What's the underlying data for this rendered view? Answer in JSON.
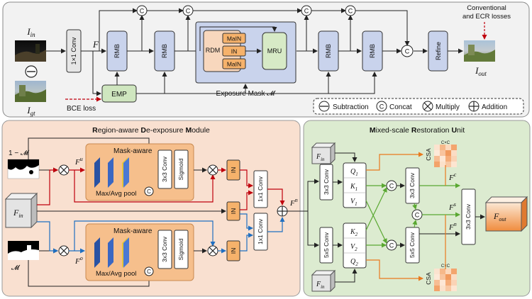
{
  "top": {
    "i_in": "I",
    "i_in_sub": "in",
    "i_gt": "I",
    "i_gt_sub": "gt",
    "i_out": "I",
    "i_out_sub": "out",
    "conv1x1": "1×1 Conv",
    "f": "F",
    "rmb": "RMB",
    "emp": "EMP",
    "bce": "BCE loss",
    "rdm": "RDM",
    "main": "MaIN",
    "in": "IN",
    "mru": "MRU",
    "refine": "Refine",
    "c": "C",
    "losses_line1": "Conventional",
    "losses_line2": "and ECR losses",
    "exposure_mask": "Exposure Mask 𝓜",
    "legend": {
      "subtraction": "Subtraction",
      "concat": "Concat",
      "multiply": "Multiply",
      "addition": "Addition"
    }
  },
  "rdm": {
    "title_parts": [
      {
        "text": "R",
        "bold": true
      },
      {
        "text": "egion-aware ",
        "bold": false
      },
      {
        "text": "D",
        "bold": true
      },
      {
        "text": "e-exposure ",
        "bold": false
      },
      {
        "text": "M",
        "bold": true
      },
      {
        "text": "odule",
        "bold": false
      }
    ],
    "one_minus_m": "1 − 𝓜",
    "m": "𝓜",
    "fu": "F",
    "fu_sup": "u",
    "fo": "F",
    "fo_sup": "o",
    "fin": "F",
    "fin_sub": "in",
    "fn": "F",
    "fn_sup": "n",
    "mask_aware": "Mask-aware",
    "pool": "Max/Avg pool",
    "conv3x3": "3x3 Conv",
    "sigmoid": "Sigmoid",
    "in": "IN",
    "conv1x1": "1x1 Conv",
    "c": "C"
  },
  "mru": {
    "title_parts": [
      {
        "text": "M",
        "bold": true
      },
      {
        "text": "ixed-scale ",
        "bold": false
      },
      {
        "text": "R",
        "bold": true
      },
      {
        "text": "estoration ",
        "bold": false
      },
      {
        "text": "U",
        "bold": true
      },
      {
        "text": "nit",
        "bold": false
      }
    ],
    "fin": "F",
    "fin_sub": "in",
    "conv3x3": "3x3 Conv",
    "conv5x5": "5x5 Conv",
    "q1": "Q",
    "q1_sub": "1",
    "k1": "K",
    "k1_sub": "1",
    "v1": "V",
    "v1_sub": "1",
    "k2": "K",
    "k2_sub": "2",
    "v2": "V",
    "v2_sub": "2",
    "q2": "Q",
    "q2_sub": "2",
    "csa": "CSA",
    "cxc": "C×C",
    "c": "C",
    "fc": "F",
    "fc_sup": "c",
    "fs": "F",
    "fs_sup": "s",
    "fn": "F",
    "fn_sup": "n",
    "fout": "F",
    "fout_sub": "out"
  },
  "colors": {
    "rmb_fill": "#c9d3ec",
    "emp_fill": "#cfe6bf",
    "rdm_fill": "#f8d7bd",
    "main_fill": "#f6b26b",
    "mru_fill": "#d7eac6",
    "panel_top": "#f2f2f2",
    "panel_rdm": "#f9e0d0",
    "panel_mru": "#dcebd0",
    "red": "#c0000c",
    "blue": "#1f6fc1",
    "orange": "#e8791e",
    "green": "#5aa832"
  }
}
